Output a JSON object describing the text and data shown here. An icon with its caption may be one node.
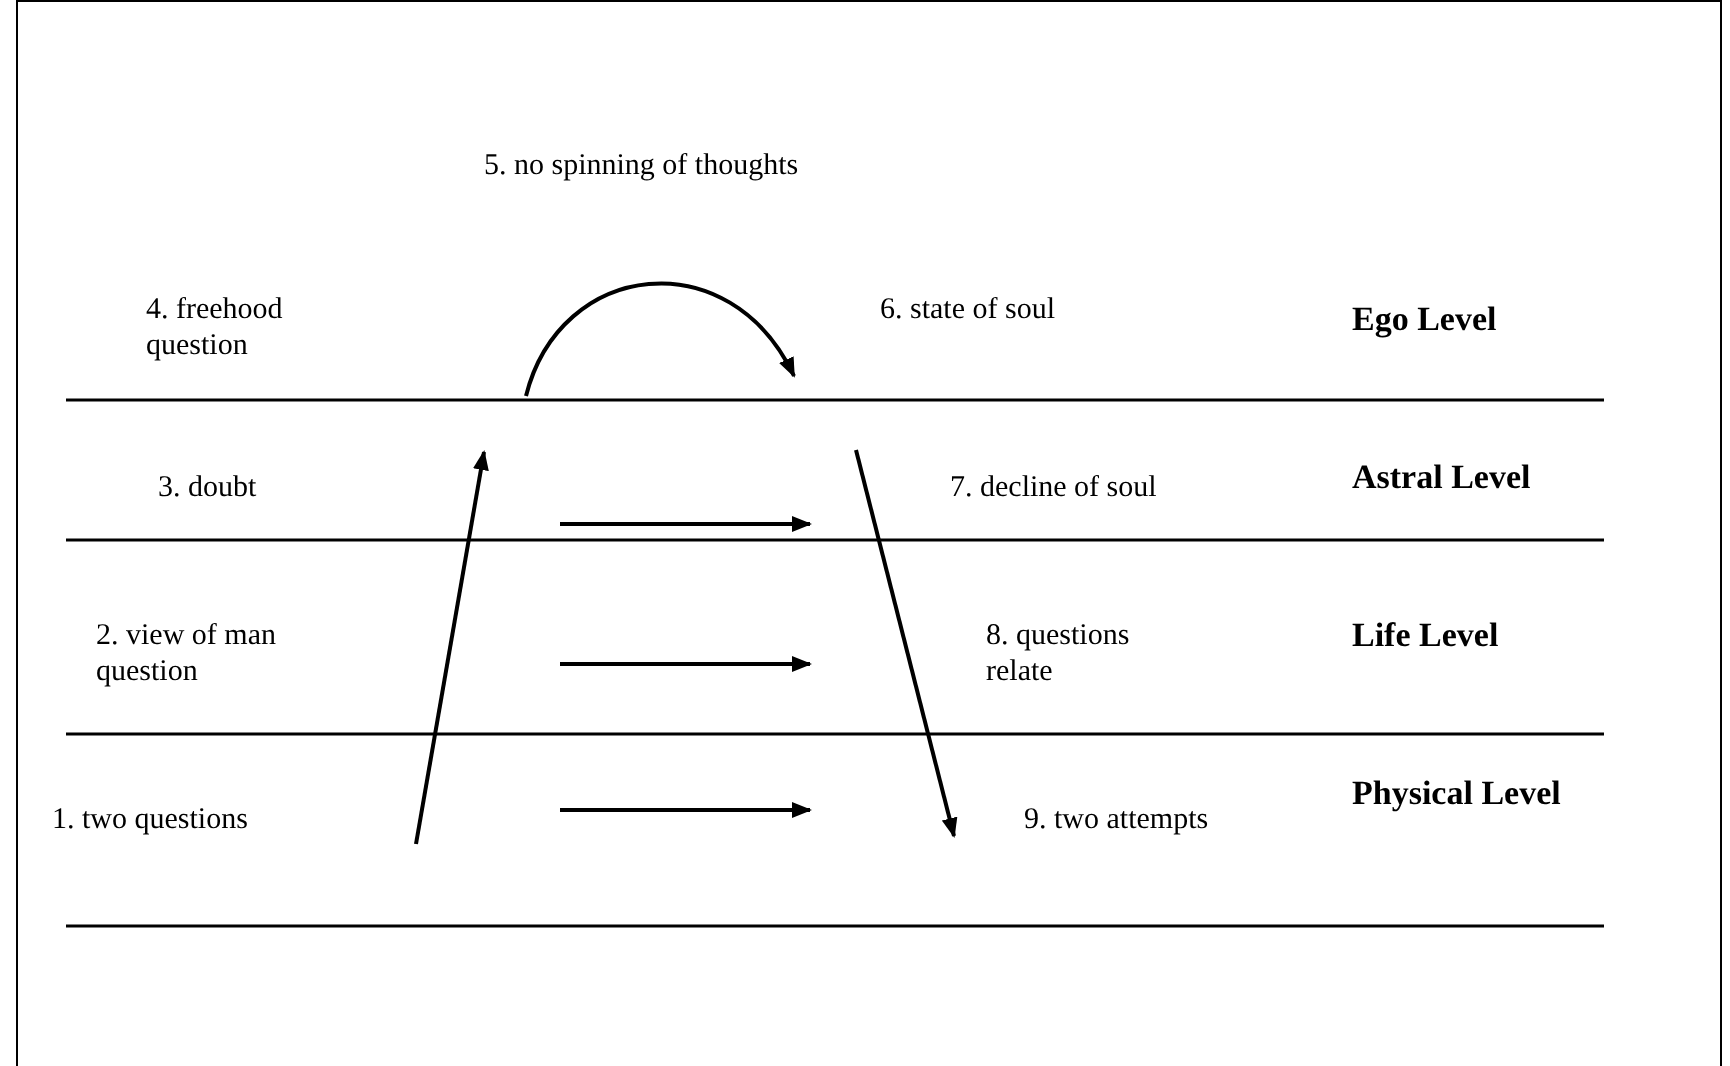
{
  "diagram": {
    "nodes": [
      {
        "text": [
          "5. no spinning of thoughts"
        ]
      },
      {
        "text": [
          "4. freehood question"
        ]
      },
      {
        "text": [
          "6. state of soul"
        ]
      },
      {
        "text": [
          "3. doubt"
        ]
      },
      {
        "text": [
          "7. decline of soul"
        ]
      },
      {
        "text": [
          "2. view of man question"
        ]
      },
      {
        "text": [
          "8. questions relate"
        ]
      },
      {
        "text": [
          "1. two questions"
        ]
      },
      {
        "text": [
          "9. two attempts"
        ]
      }
    ],
    "labels": [
      "Ego Level",
      "Astral Level",
      "Life Level",
      "Physical Level"
    ]
  }
}
